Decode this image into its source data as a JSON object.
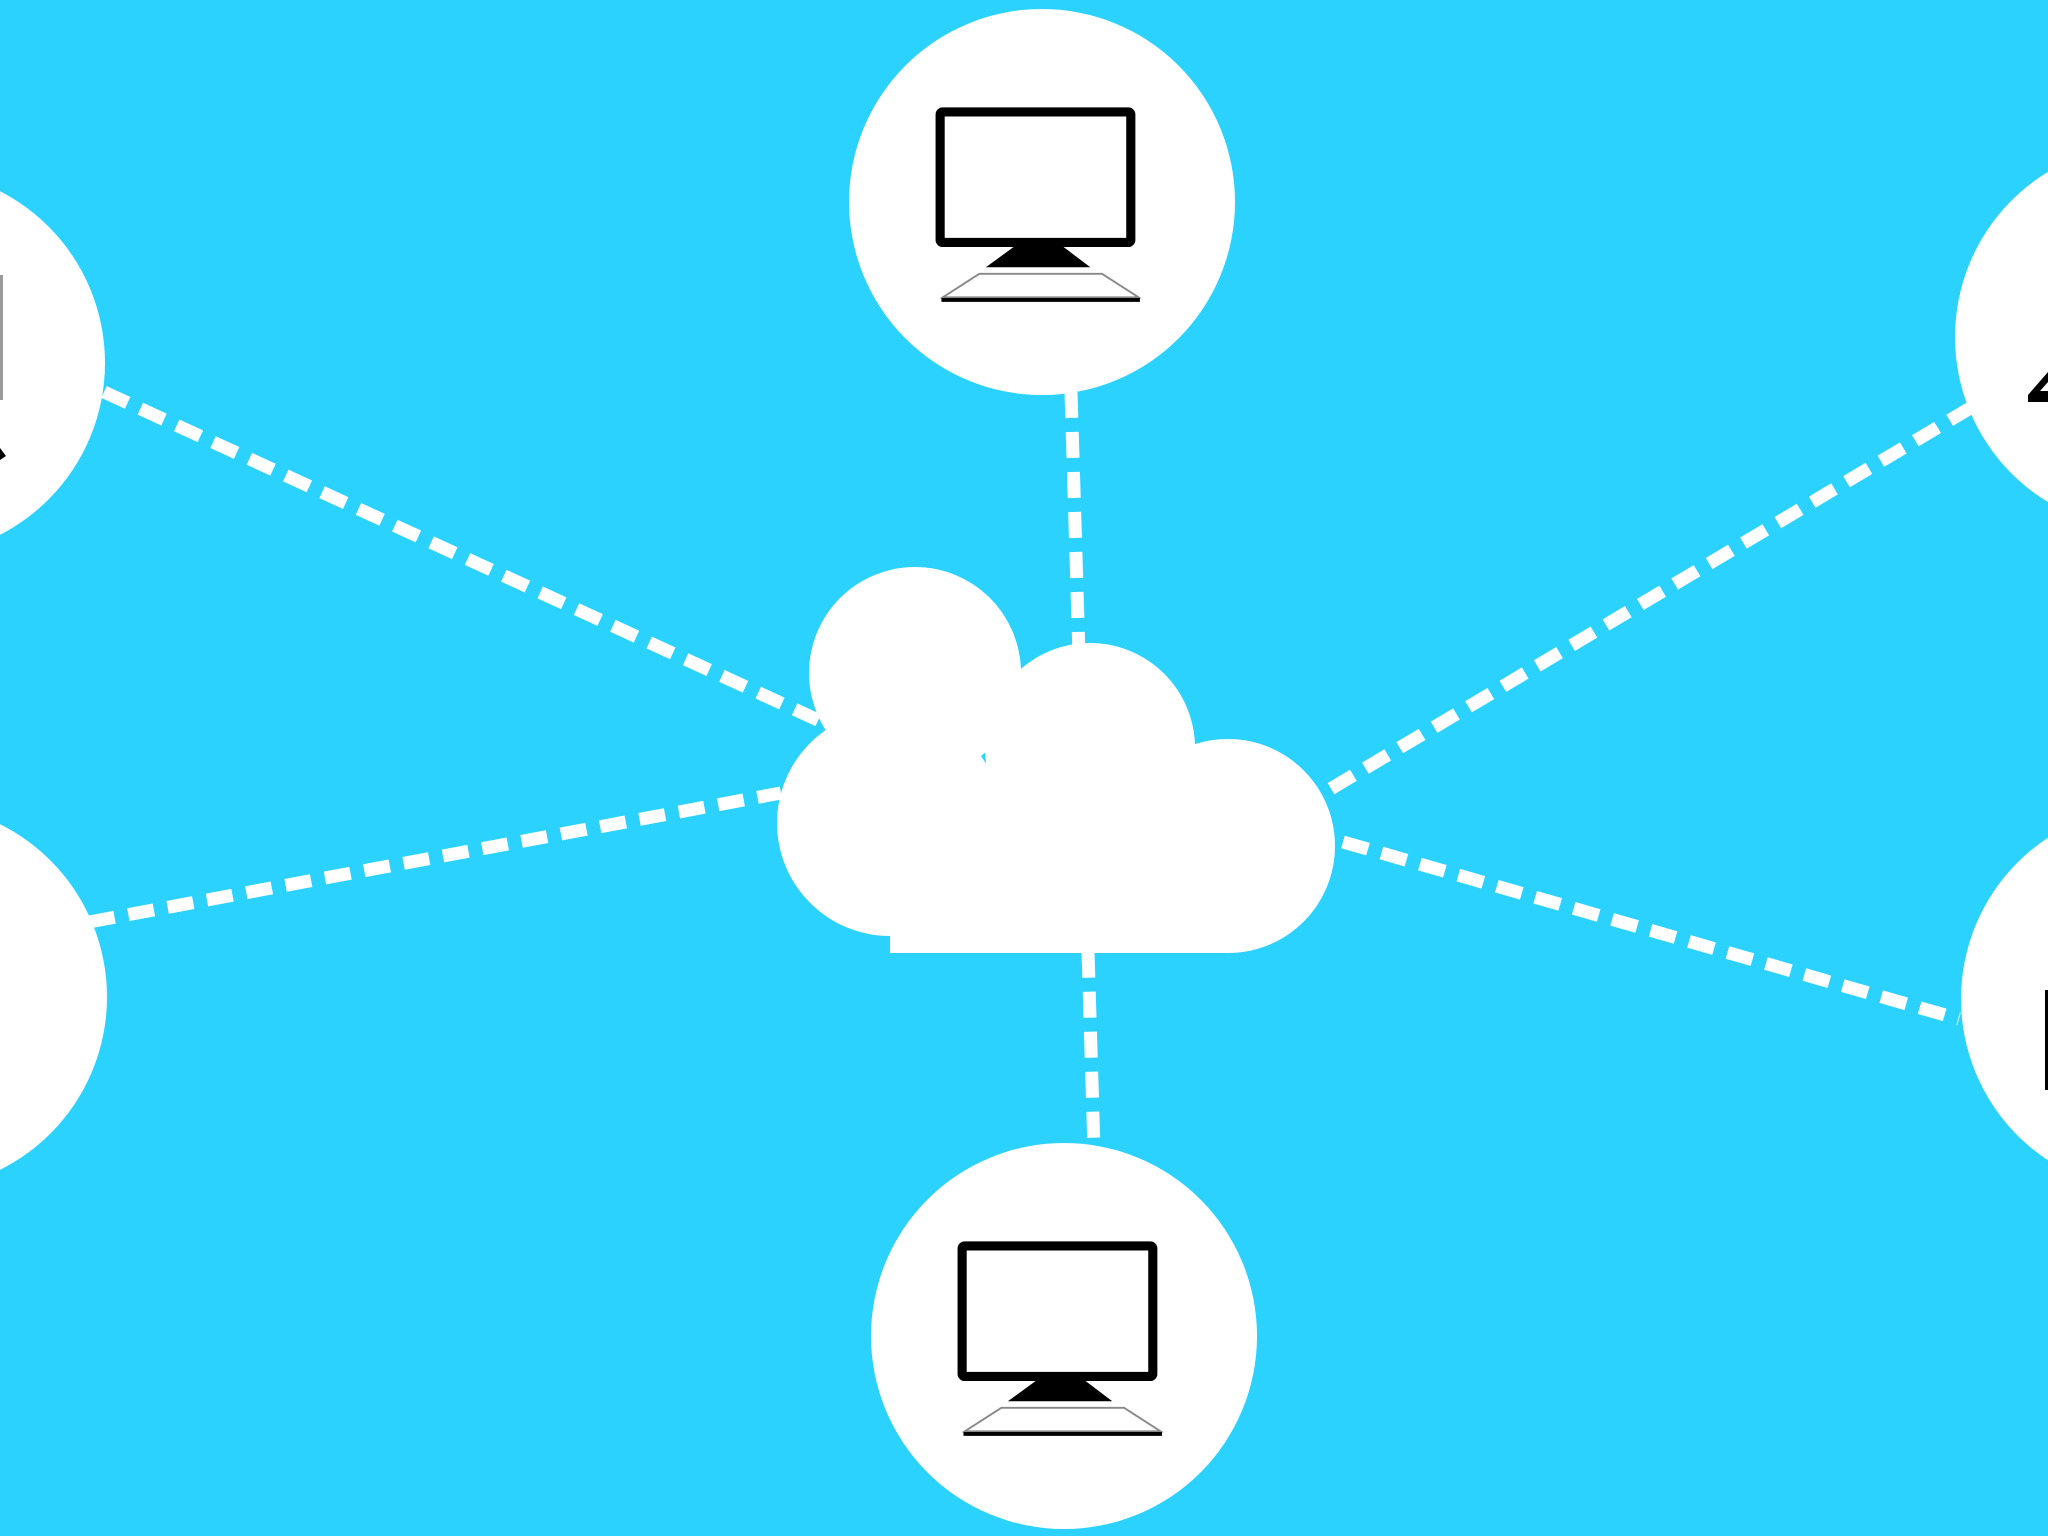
{
  "diagram": {
    "background_color": "#2bd2fe",
    "node_color": "#ffffff",
    "link_color": "#ffffff",
    "link_style": "dashed",
    "hub": {
      "icon": "cloud-icon"
    },
    "nodes": [
      {
        "id": "top",
        "icon": "desktop-computer-icon"
      },
      {
        "id": "bottom",
        "icon": "desktop-computer-icon"
      },
      {
        "id": "left-top",
        "icon": "laptop-icon"
      },
      {
        "id": "left-bottom",
        "icon": "device-icon"
      },
      {
        "id": "right-top",
        "icon": "laptop-icon"
      },
      {
        "id": "right-bottom",
        "icon": "device-icon"
      }
    ]
  }
}
